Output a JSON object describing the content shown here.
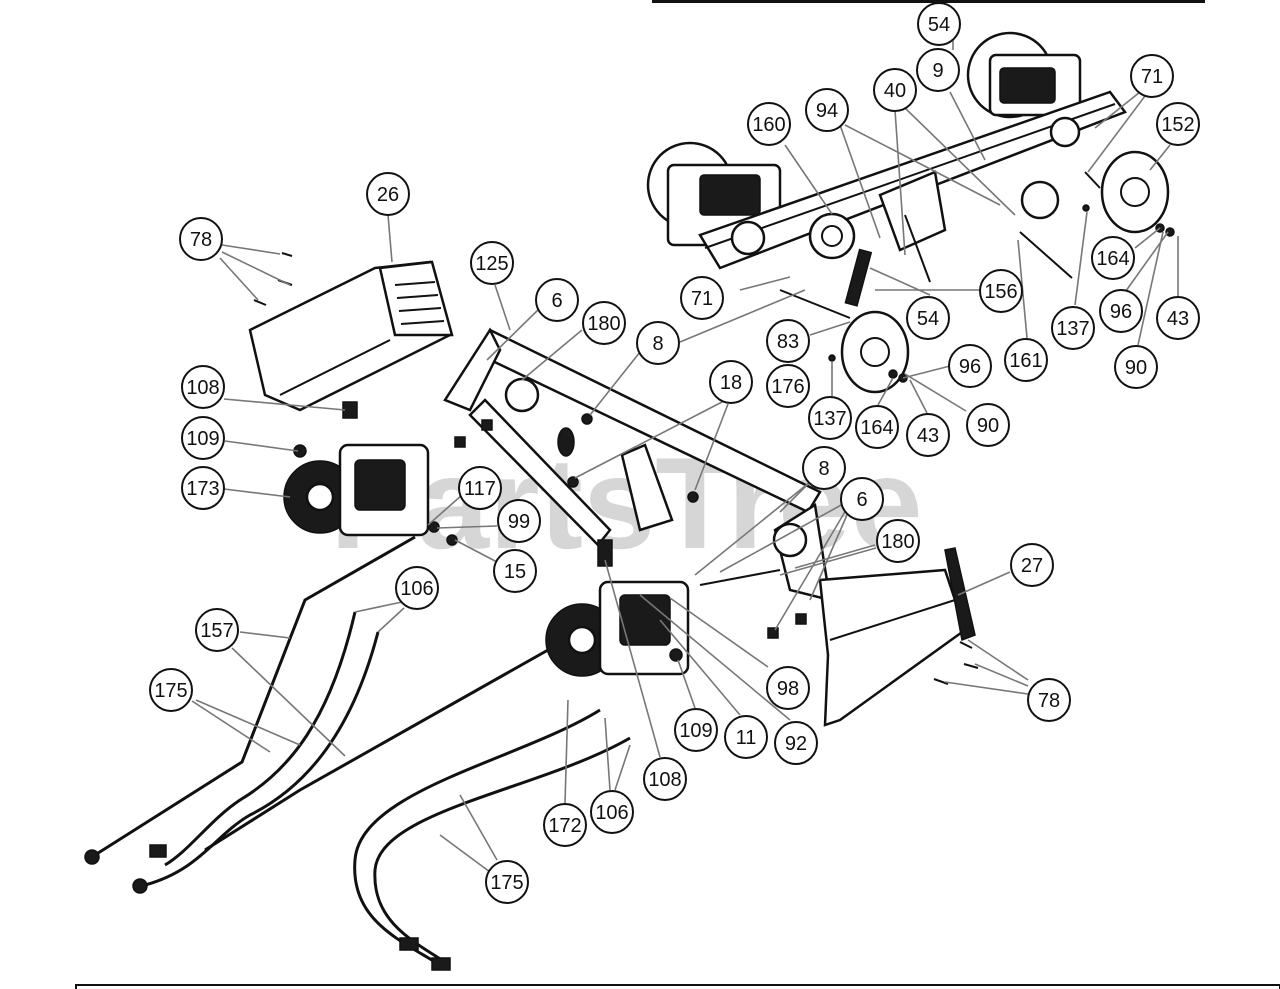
{
  "watermark": "PartsTree",
  "accent_color": "#111111",
  "leader_color": "#777777",
  "callouts": [
    {
      "id": "c54a",
      "label": "54"
    },
    {
      "id": "c9",
      "label": "9"
    },
    {
      "id": "c40",
      "label": "40"
    },
    {
      "id": "c94",
      "label": "94"
    },
    {
      "id": "c160",
      "label": "160"
    },
    {
      "id": "c71a",
      "label": "71"
    },
    {
      "id": "c152",
      "label": "152"
    },
    {
      "id": "c26",
      "label": "26"
    },
    {
      "id": "c78a",
      "label": "78"
    },
    {
      "id": "c125",
      "label": "125"
    },
    {
      "id": "c6a",
      "label": "6"
    },
    {
      "id": "c180a",
      "label": "180"
    },
    {
      "id": "c8a",
      "label": "8"
    },
    {
      "id": "c71b",
      "label": "71"
    },
    {
      "id": "c156",
      "label": "156"
    },
    {
      "id": "c54b",
      "label": "54"
    },
    {
      "id": "c164a",
      "label": "164"
    },
    {
      "id": "c96a",
      "label": "96"
    },
    {
      "id": "c43a",
      "label": "43"
    },
    {
      "id": "c137a",
      "label": "137"
    },
    {
      "id": "c90a",
      "label": "90"
    },
    {
      "id": "c161",
      "label": "161"
    },
    {
      "id": "c83",
      "label": "83"
    },
    {
      "id": "c176",
      "label": "176"
    },
    {
      "id": "c96b",
      "label": "96"
    },
    {
      "id": "c137b",
      "label": "137"
    },
    {
      "id": "c164b",
      "label": "164"
    },
    {
      "id": "c43b",
      "label": "43"
    },
    {
      "id": "c90b",
      "label": "90"
    },
    {
      "id": "c108a",
      "label": "108"
    },
    {
      "id": "c109a",
      "label": "109"
    },
    {
      "id": "c173",
      "label": "173"
    },
    {
      "id": "c18",
      "label": "18"
    },
    {
      "id": "c8b",
      "label": "8"
    },
    {
      "id": "c6b",
      "label": "6"
    },
    {
      "id": "c117",
      "label": "117"
    },
    {
      "id": "c99",
      "label": "99"
    },
    {
      "id": "c15",
      "label": "15"
    },
    {
      "id": "c180b",
      "label": "180"
    },
    {
      "id": "c27",
      "label": "27"
    },
    {
      "id": "c106a",
      "label": "106"
    },
    {
      "id": "c157",
      "label": "157"
    },
    {
      "id": "c175a",
      "label": "175"
    },
    {
      "id": "c98",
      "label": "98"
    },
    {
      "id": "c78b",
      "label": "78"
    },
    {
      "id": "c109b",
      "label": "109"
    },
    {
      "id": "c11",
      "label": "11"
    },
    {
      "id": "c92",
      "label": "92"
    },
    {
      "id": "c108b",
      "label": "108"
    },
    {
      "id": "c172",
      "label": "172"
    },
    {
      "id": "c106b",
      "label": "106"
    },
    {
      "id": "c175b",
      "label": "175"
    }
  ]
}
